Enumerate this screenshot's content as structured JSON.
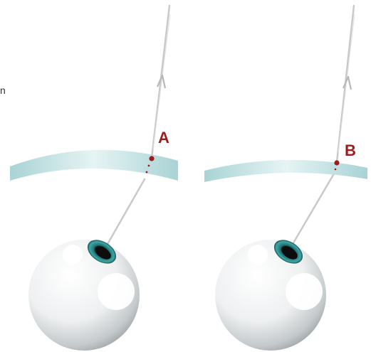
{
  "diagram": {
    "panels": [
      {
        "id": "left",
        "label": "A",
        "point_color": "#9b1b1f"
      },
      {
        "id": "right",
        "label": "B",
        "point_color": "#9b1b1f"
      }
    ],
    "stray_text": "n"
  },
  "colors": {
    "lens_light": "#e3f2f3",
    "lens_dark": "#a9d3d5",
    "ray": "#c9c9c9",
    "eye_light": "#ffffff",
    "eye_shadow": "#9aa0a2",
    "iris": "#2a8c8c",
    "pupil": "#0d0d0d",
    "label": "#9b1b1f"
  }
}
